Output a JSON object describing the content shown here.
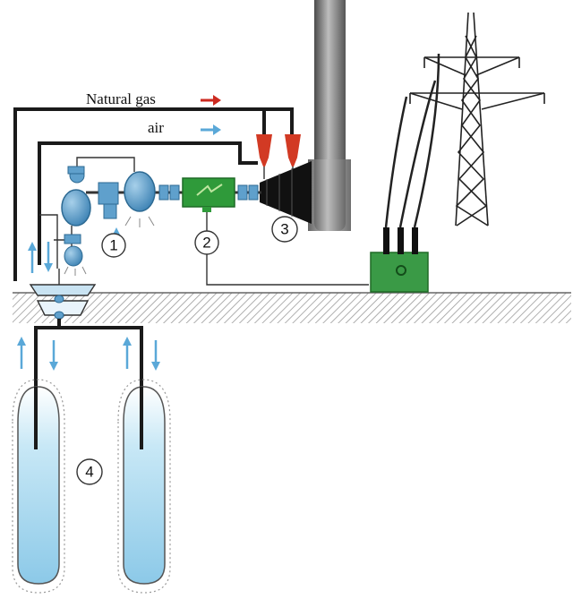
{
  "flows": {
    "natural_gas": {
      "label": "Natural gas",
      "arrow_color": "#cc2a20"
    },
    "air": {
      "label": "air",
      "arrow_color": "#5aa8d8"
    }
  },
  "components": [
    {
      "id": "compressor",
      "number": "1"
    },
    {
      "id": "generator",
      "number": "2"
    },
    {
      "id": "turbine",
      "number": "3"
    },
    {
      "id": "cavern-storage",
      "number": "4"
    }
  ],
  "colors": {
    "pipe": "#1a1a1a",
    "equipment_blue": "#4f95c4",
    "generator_green": "#2f9a3a",
    "transformer_green": "#3a9a46",
    "combustor_red": "#d23a24",
    "cavern_blue": "#9cd3ec",
    "stack_gray": "#7d7d7d",
    "ground_hatch": "#999999"
  }
}
